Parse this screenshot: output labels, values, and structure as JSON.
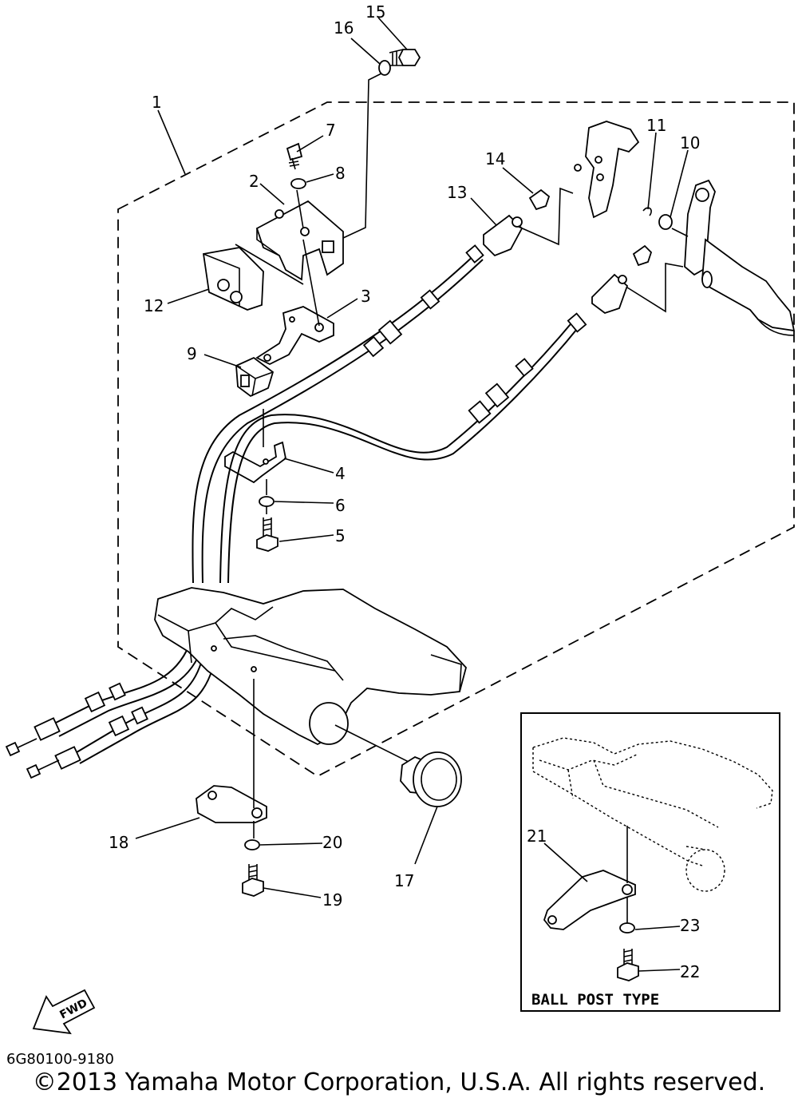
{
  "callouts": {
    "c1": "1",
    "c2": "2",
    "c3": "3",
    "c4": "4",
    "c5": "5",
    "c6": "6",
    "c7": "7",
    "c8": "8",
    "c9": "9",
    "c10": "10",
    "c11": "11",
    "c12": "12",
    "c13": "13",
    "c14": "14",
    "c15": "15",
    "c16": "16",
    "c17": "17",
    "c18": "18",
    "c19": "19",
    "c20": "20",
    "c21": "21",
    "c22": "22",
    "c23": "23"
  },
  "inset": {
    "title": "BALL POST TYPE"
  },
  "direction_arrow": {
    "label": "FWD"
  },
  "footer": {
    "doc_code": "6G80100-9180",
    "copyright": "©2013 Yamaha Motor Corporation, U.S.A. All rights reserved."
  }
}
